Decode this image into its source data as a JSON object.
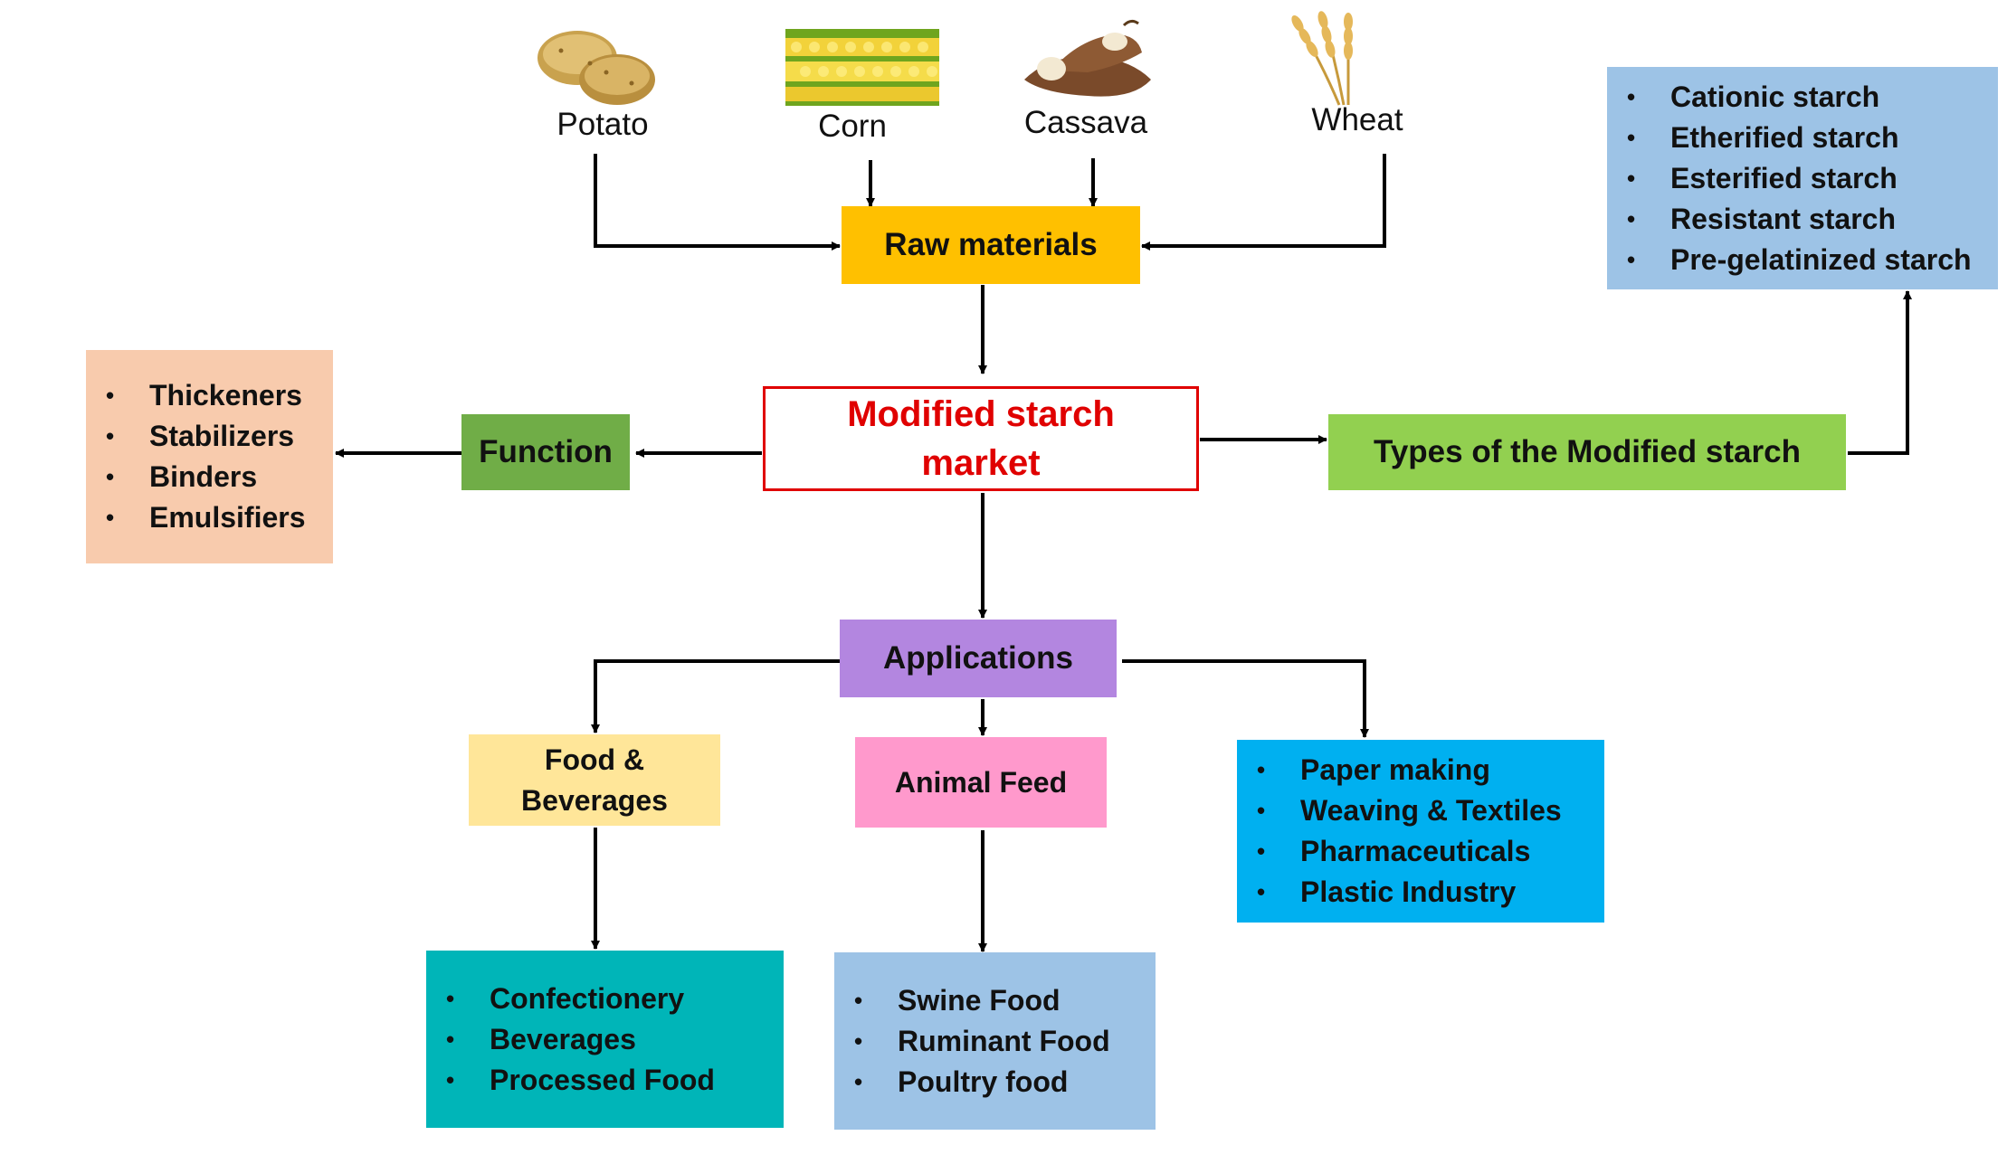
{
  "sources": [
    {
      "id": "potato",
      "label": "Potato",
      "icon": "potato-icon"
    },
    {
      "id": "corn",
      "label": "Corn",
      "icon": "corn-icon"
    },
    {
      "id": "cassava",
      "label": "Cassava",
      "icon": "cassava-icon"
    },
    {
      "id": "wheat",
      "label": "Wheat",
      "icon": "wheat-icon"
    }
  ],
  "raw_materials": "Raw materials",
  "center": {
    "line1": "Modified starch",
    "line2": "market"
  },
  "function": {
    "label": "Function",
    "items": [
      "Thickeners",
      "Stabilizers",
      "Binders",
      "Emulsifiers"
    ]
  },
  "types": {
    "label": "Types of the Modified starch",
    "items": [
      "Cationic starch",
      "Etherified starch",
      "Esterified starch",
      "Resistant starch",
      "Pre-gelatinized starch"
    ]
  },
  "applications": {
    "label": "Applications",
    "food": {
      "line1": "Food &",
      "line2": "Beverages",
      "items": [
        "Confectionery",
        "Beverages",
        "Processed Food"
      ]
    },
    "animal": {
      "label": "Animal Feed",
      "items": [
        "Swine Food",
        "Ruminant Food",
        "Poultry food"
      ]
    },
    "industry": {
      "items": [
        "Paper making",
        "Weaving & Textiles",
        "Pharmaceuticals",
        "Plastic Industry"
      ]
    }
  },
  "colors": {
    "raw_materials": "#FFC000",
    "center_border": "#E00000",
    "center_text": "#E00000",
    "function_box": "#70AD47",
    "function_list": "#F8CBAD",
    "types_box": "#92D050",
    "types_list": "#9DC3E6",
    "applications": "#B386E0",
    "food": "#FFE699",
    "food_list": "#00B5B8",
    "animal": "#FF99CC",
    "animal_list": "#9DC3E6",
    "industry_list": "#00B0F0",
    "arrow": "#000000"
  }
}
